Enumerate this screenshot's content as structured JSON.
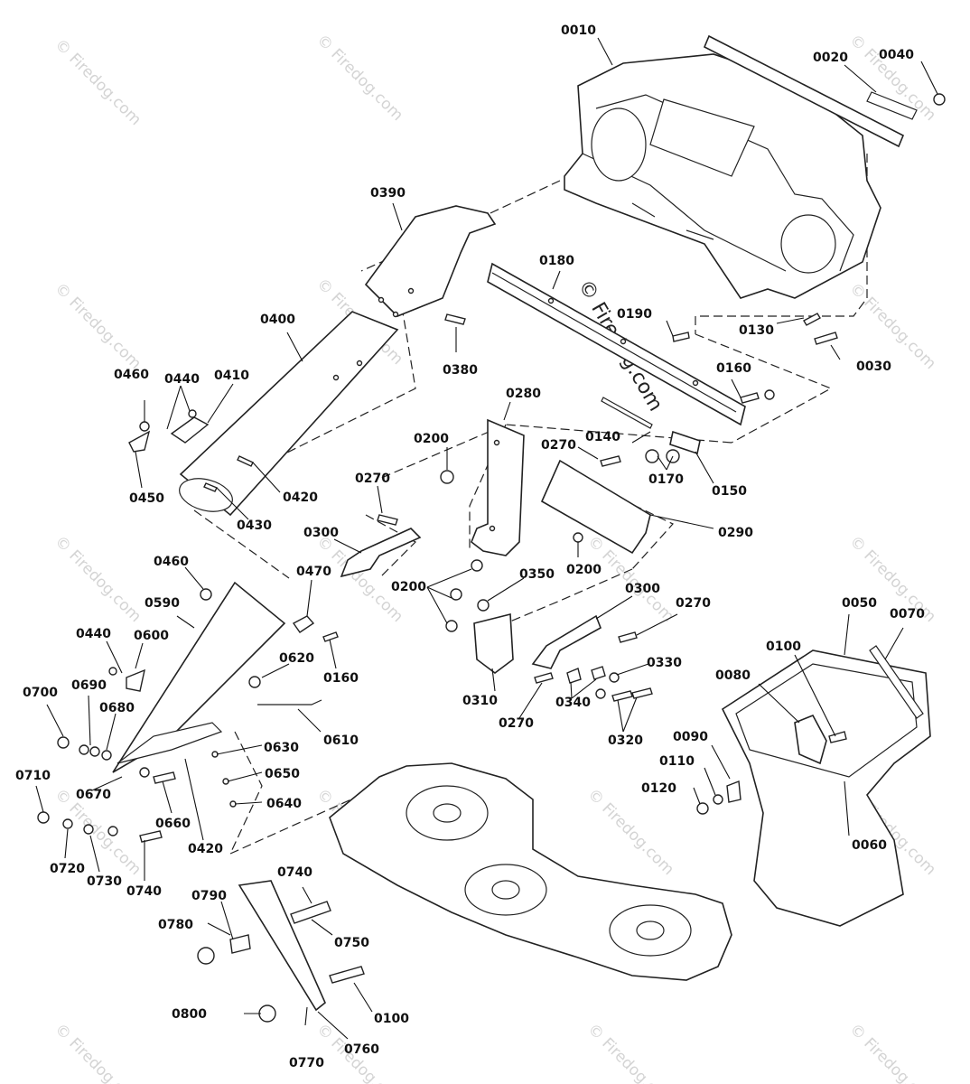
{
  "watermark": "© Firedog.com",
  "diagram_title_watermark": "© Firedog.com",
  "parts": [
    {
      "id": "0010"
    },
    {
      "id": "0020"
    },
    {
      "id": "0030"
    },
    {
      "id": "0040"
    },
    {
      "id": "0050"
    },
    {
      "id": "0060"
    },
    {
      "id": "0070"
    },
    {
      "id": "0080"
    },
    {
      "id": "0090"
    },
    {
      "id": "0100"
    },
    {
      "id": "0110"
    },
    {
      "id": "0120"
    },
    {
      "id": "0130"
    },
    {
      "id": "0140"
    },
    {
      "id": "0150"
    },
    {
      "id": "0160"
    },
    {
      "id": "0170"
    },
    {
      "id": "0180"
    },
    {
      "id": "0190"
    },
    {
      "id": "0200"
    },
    {
      "id": "0270"
    },
    {
      "id": "0280"
    },
    {
      "id": "0290"
    },
    {
      "id": "0300"
    },
    {
      "id": "0310"
    },
    {
      "id": "0320"
    },
    {
      "id": "0330"
    },
    {
      "id": "0340"
    },
    {
      "id": "0350"
    },
    {
      "id": "0380"
    },
    {
      "id": "0390"
    },
    {
      "id": "0400"
    },
    {
      "id": "0410"
    },
    {
      "id": "0420"
    },
    {
      "id": "0430"
    },
    {
      "id": "0440"
    },
    {
      "id": "0450"
    },
    {
      "id": "0460"
    },
    {
      "id": "0470"
    },
    {
      "id": "0590"
    },
    {
      "id": "0600"
    },
    {
      "id": "0610"
    },
    {
      "id": "0620"
    },
    {
      "id": "0630"
    },
    {
      "id": "0640"
    },
    {
      "id": "0650"
    },
    {
      "id": "0660"
    },
    {
      "id": "0670"
    },
    {
      "id": "0680"
    },
    {
      "id": "0690"
    },
    {
      "id": "0700"
    },
    {
      "id": "0710"
    },
    {
      "id": "0720"
    },
    {
      "id": "0730"
    },
    {
      "id": "0740"
    },
    {
      "id": "0750"
    },
    {
      "id": "0760"
    },
    {
      "id": "0770"
    },
    {
      "id": "0780"
    },
    {
      "id": "0790"
    },
    {
      "id": "0800"
    }
  ]
}
